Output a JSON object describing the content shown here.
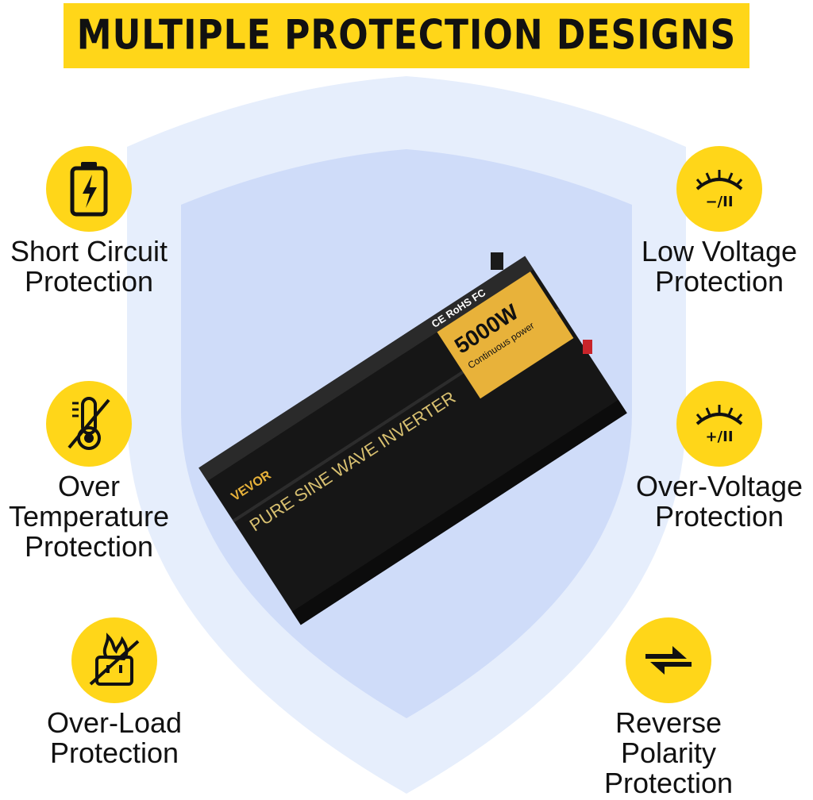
{
  "banner": {
    "title": "MULTIPLE PROTECTION DESIGNS"
  },
  "product": {
    "brand": "VEVOR",
    "model_text": "PURE SINE WAVE INVERTER",
    "power_rating": "5000W",
    "power_caption": "Continuous power",
    "certifications": "CE RoHS FC"
  },
  "features": [
    {
      "line1": "Short Circuit",
      "line2": "Protection",
      "icon": "battery-bolt-icon"
    },
    {
      "line1": "Over",
      "line2": "Temperature",
      "line3": "Protection",
      "icon": "thermometer-slash-icon"
    },
    {
      "line1": "Over-Load",
      "line2": "Protection",
      "icon": "burning-outlet-icon"
    },
    {
      "line1": "Low Voltage",
      "line2": "Protection",
      "icon": "low-voltage-icon",
      "icon_text": "−/II"
    },
    {
      "line1": "Over-Voltage",
      "line2": "Protection",
      "icon": "over-voltage-icon",
      "icon_text": "+/II"
    },
    {
      "line1": "Reverse Polarity",
      "line2": "Protection",
      "icon": "reverse-arrows-icon"
    }
  ],
  "colors": {
    "accent": "#ffd619",
    "shield_outer": "#e6eefc",
    "shield_inner": "#cfdcf9",
    "text": "#111111"
  }
}
